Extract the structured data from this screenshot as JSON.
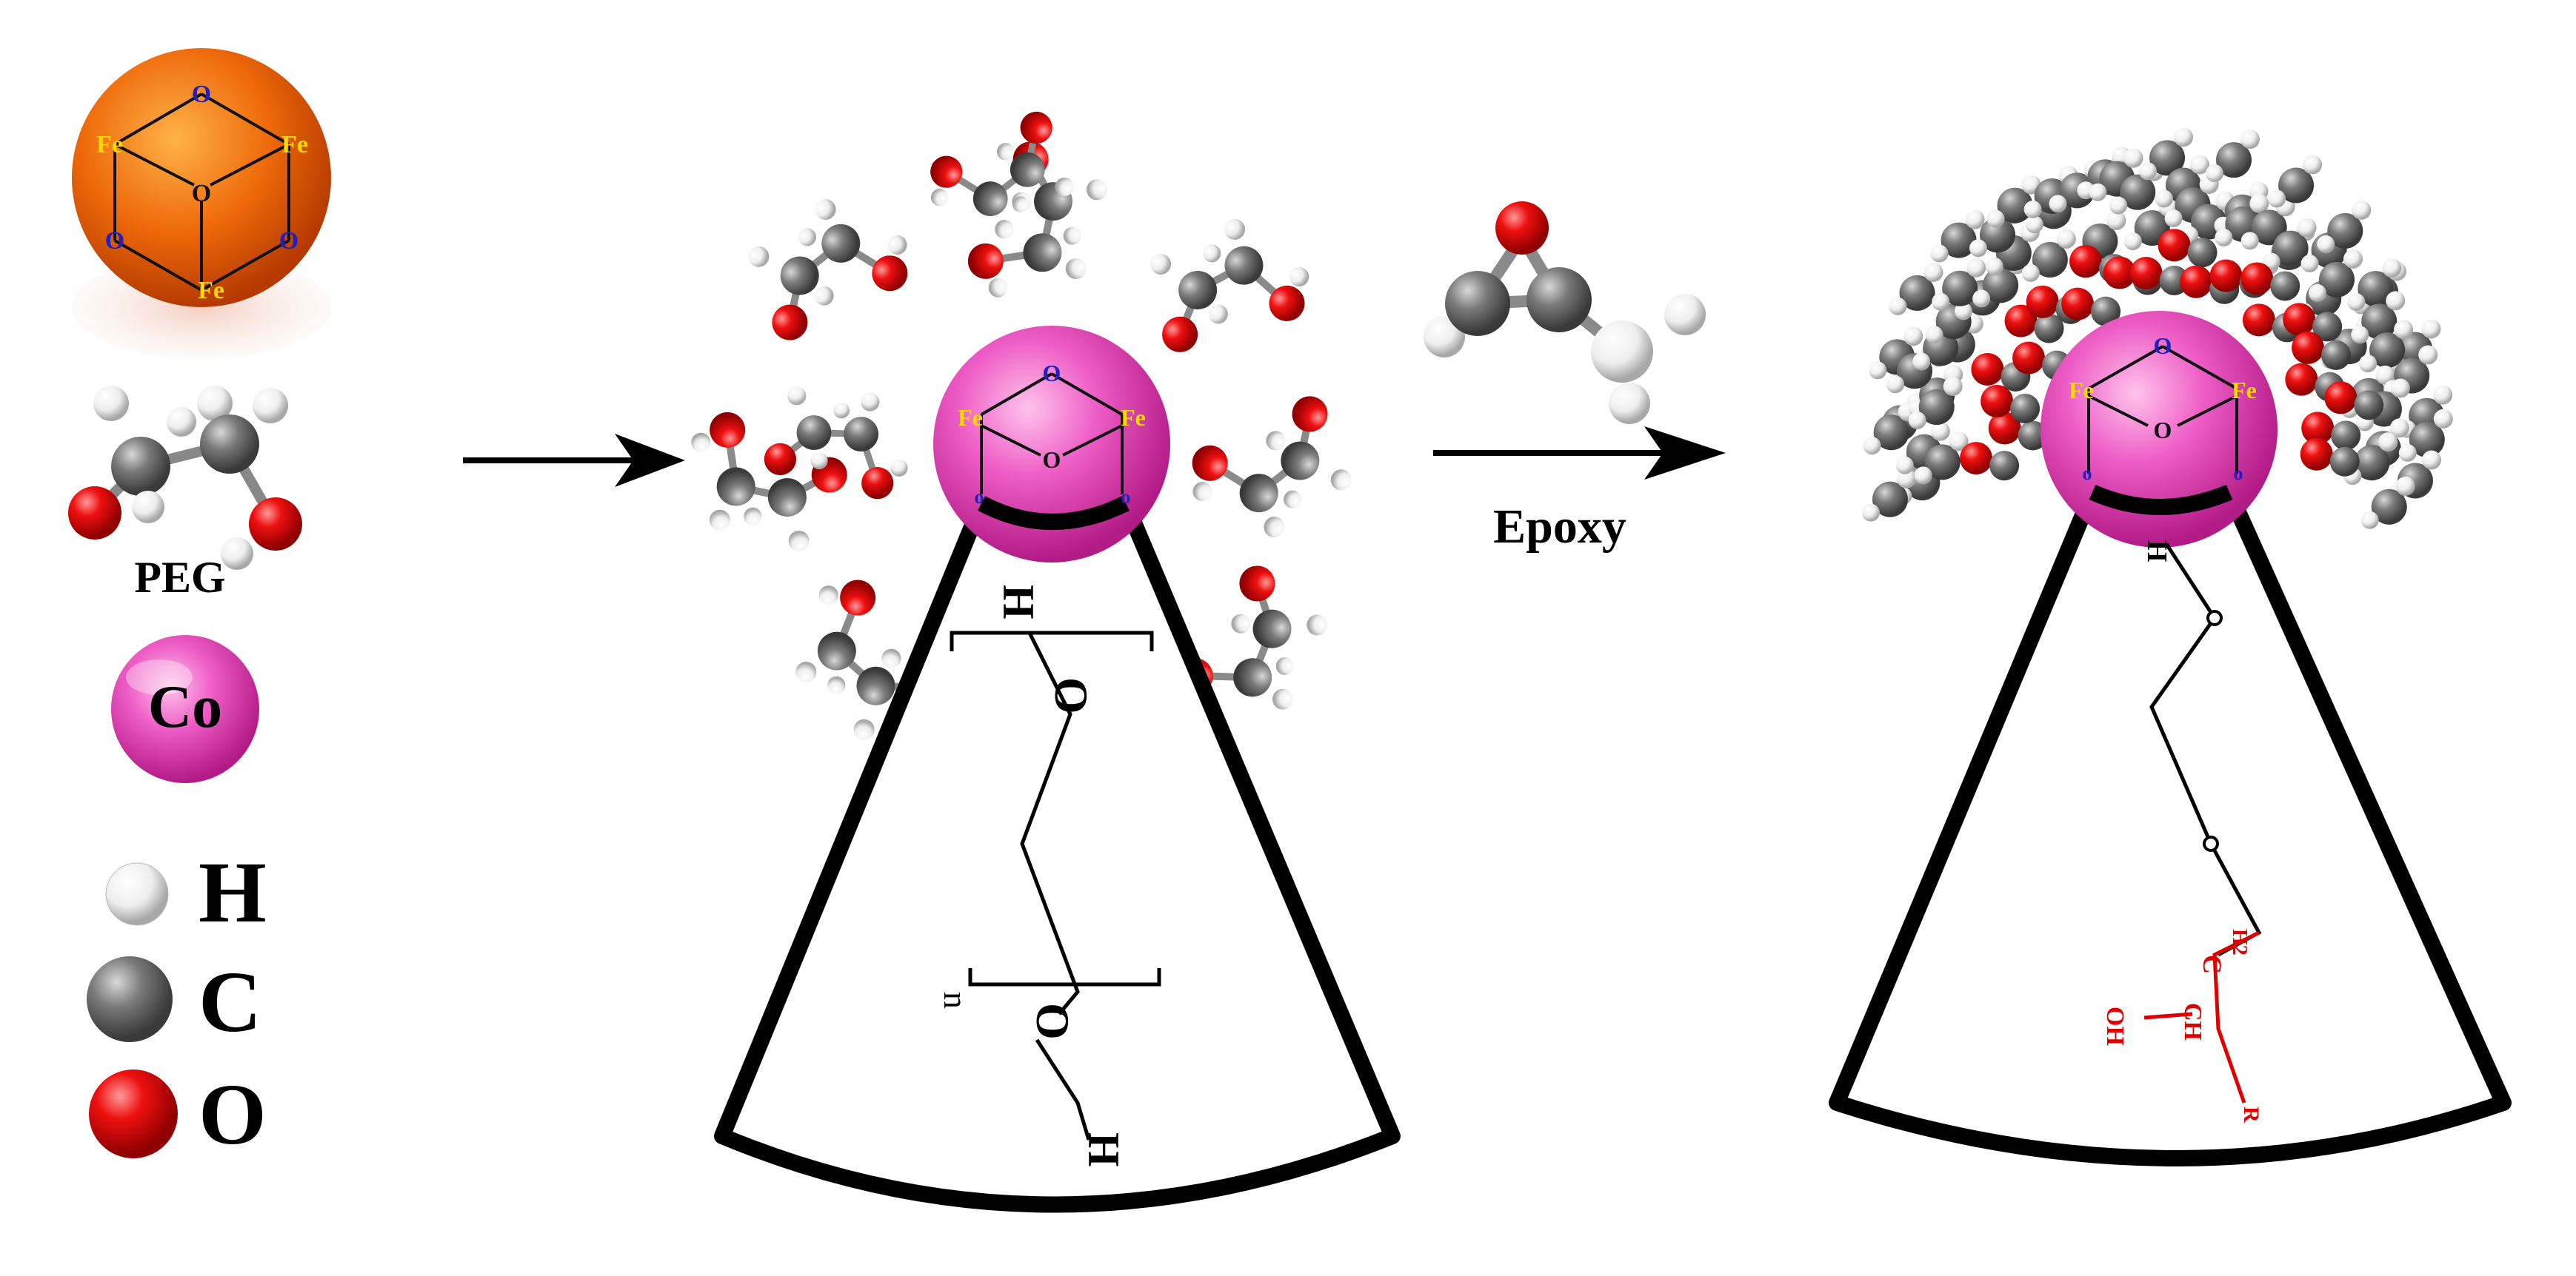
{
  "legend": {
    "cluster_labels": {
      "fe": "Fe",
      "o": "O"
    },
    "peg_label": "PEG",
    "co_label": "Co",
    "atoms": [
      {
        "label": "H",
        "color": "#f0f0f0"
      },
      {
        "label": "C",
        "color": "#6e6e6e"
      },
      {
        "label": "O",
        "color": "#e00000"
      }
    ]
  },
  "colors": {
    "cluster_orange": "#e65a00",
    "cluster_pink": "#e13fb0",
    "atom_o": "#e00000",
    "atom_c": "#6e6e6e",
    "atom_h": "#f0f0f0",
    "epoxy_mark": "#e00000",
    "cone_stroke": "#000000"
  },
  "arrows": {
    "first": {
      "label": ""
    },
    "second": {
      "label": "Epoxy"
    }
  },
  "middle_panel": {
    "cluster_labels": {
      "fe": "Fe",
      "o": "O",
      "o_small": "o"
    },
    "peg_chain": {
      "end_h_top": "H",
      "o_top": "O",
      "o_bottom": "O",
      "end_h_bottom": "H",
      "repeat": "n"
    }
  },
  "right_panel": {
    "cluster_labels": {
      "fe": "Fe",
      "o": "O",
      "o_small": "o"
    },
    "chain": {
      "end_h": "H",
      "c_h2": "C",
      "h2": "H2",
      "ch": "CH",
      "oh": "OH",
      "r": "R"
    }
  }
}
